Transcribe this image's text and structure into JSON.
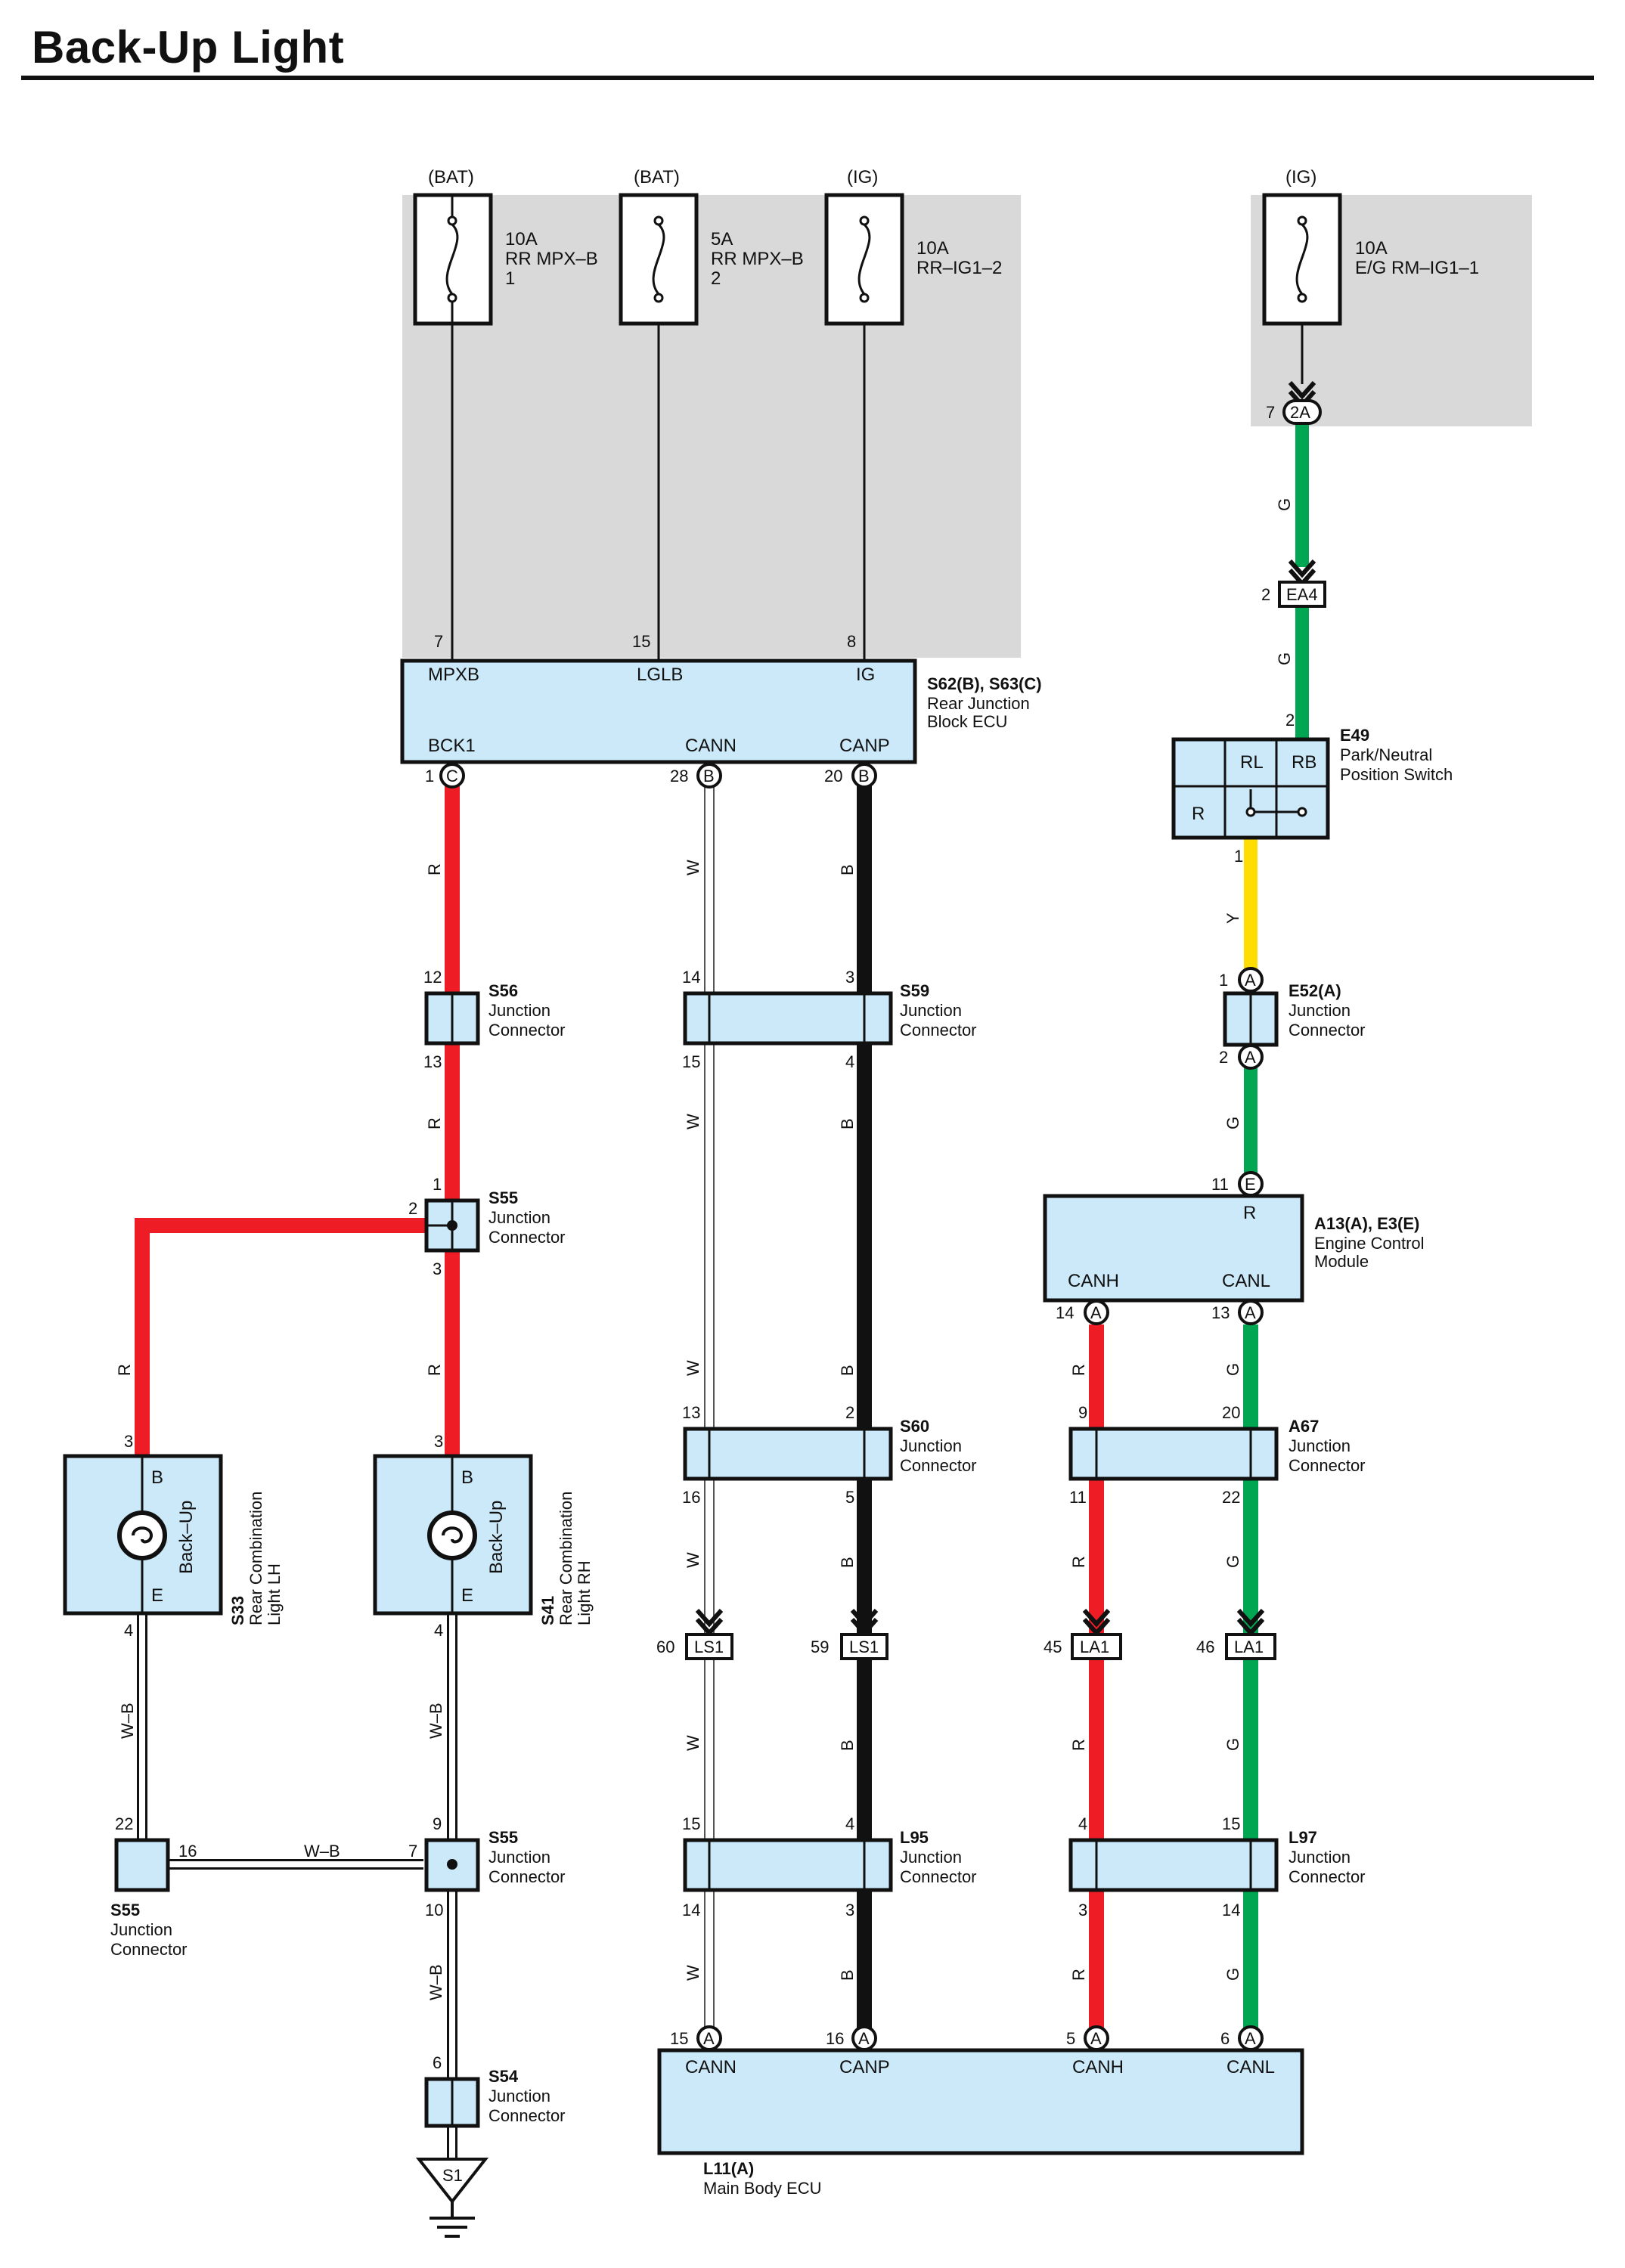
{
  "title": "Back-Up Light",
  "colors": {
    "red": "#ee1c25",
    "green": "#00a651",
    "yellow": "#ffdd00",
    "black": "#111111",
    "white": "#ffffff",
    "box_fill": "#cce9f9",
    "shade": "#d9d9d9"
  },
  "fuses": [
    {
      "source": "(BAT)",
      "rating": "10A",
      "name": "RR MPX–B",
      "num": "1"
    },
    {
      "source": "(BAT)",
      "rating": "5A",
      "name": "RR MPX–B",
      "num": "2"
    },
    {
      "source": "(IG)",
      "rating": "10A",
      "name": "RR–IG1–2",
      "num": ""
    },
    {
      "source": "(IG)",
      "rating": "10A",
      "name": "E/G RM–IG1–1",
      "num": ""
    }
  ],
  "ecu_s62": {
    "id": "S62(B), S63(C)",
    "line1": "Rear Junction",
    "line2": "Block ECU",
    "top_pins": [
      {
        "num": "7",
        "name": "MPXB"
      },
      {
        "num": "15",
        "name": "LGLB"
      },
      {
        "num": "8",
        "name": "IG"
      }
    ],
    "bottom_pins": [
      {
        "num": "1",
        "conn": "C",
        "name": "BCK1"
      },
      {
        "num": "28",
        "conn": "B",
        "name": "CANN"
      },
      {
        "num": "20",
        "conn": "B",
        "name": "CANP"
      }
    ]
  },
  "ig_connector": {
    "num": "7",
    "conn": "2A"
  },
  "ea4": {
    "num": "2",
    "name": "EA4"
  },
  "e49": {
    "id": "E49",
    "line1": "Park/Neutral",
    "line2": "Position Switch",
    "pin_top": "2",
    "pin_bottom": "1",
    "rl": "RL",
    "rb": "RB",
    "r": "R"
  },
  "e52": {
    "id": "E52(A)",
    "line1": "Junction",
    "line2": "Connector",
    "pin_top": "1",
    "pin_bottom": "2",
    "conn": "A"
  },
  "ecm": {
    "id": "A13(A), E3(E)",
    "line1": "Engine Control",
    "line2": "Module",
    "top_pin": {
      "num": "11",
      "conn": "E",
      "name": "R"
    },
    "bottom_pins": [
      {
        "num": "14",
        "conn": "A",
        "name": "CANH"
      },
      {
        "num": "13",
        "conn": "A",
        "name": "CANL"
      }
    ]
  },
  "junctions": {
    "s56": {
      "id": "S56",
      "line1": "Junction",
      "line2": "Connector",
      "pin_top": "12",
      "pin_bottom": "13"
    },
    "s59": {
      "id": "S59",
      "line1": "Junction",
      "line2": "Connector",
      "pin_tl": "14",
      "pin_tr": "3",
      "pin_bl": "15",
      "pin_br": "4"
    },
    "s55a": {
      "id": "S55",
      "line1": "Junction",
      "line2": "Connector",
      "pin_top": "1",
      "pin_left": "2",
      "pin_bottom": "3"
    },
    "s60": {
      "id": "S60",
      "line1": "Junction",
      "line2": "Connector",
      "pin_tl": "13",
      "pin_tr": "2",
      "pin_bl": "16",
      "pin_br": "5"
    },
    "a67": {
      "id": "A67",
      "line1": "Junction",
      "line2": "Connector",
      "pin_tl": "9",
      "pin_tr": "20",
      "pin_bl": "11",
      "pin_br": "22"
    },
    "s55b": {
      "id": "S55",
      "line1": "Junction",
      "line2": "Connector",
      "pin_top": "9",
      "pin_left": "7",
      "pin_bottom": "10"
    },
    "s55c": {
      "id": "S55",
      "line1": "Junction",
      "line2": "Connector",
      "pin_top": "22",
      "pin_right": "16"
    },
    "l95": {
      "id": "L95",
      "line1": "Junction",
      "line2": "Connector",
      "pin_tl": "15",
      "pin_tr": "4",
      "pin_bl": "14",
      "pin_br": "3"
    },
    "l97": {
      "id": "L97",
      "line1": "Junction",
      "line2": "Connector",
      "pin_tl": "4",
      "pin_tr": "15",
      "pin_bl": "3",
      "pin_br": "14"
    },
    "s54": {
      "id": "S54",
      "line1": "Junction",
      "line2": "Connector",
      "pin_top": "6"
    }
  },
  "lamps": [
    {
      "id": "S33",
      "line1": "Rear Combination",
      "line2": "Light LH",
      "func": "Back–Up",
      "b": "B",
      "e": "E",
      "pin_top": "3",
      "pin_bottom": "4"
    },
    {
      "id": "S41",
      "line1": "Rear Combination",
      "line2": "Light RH",
      "func": "Back–Up",
      "b": "B",
      "e": "E",
      "pin_top": "3",
      "pin_bottom": "4"
    }
  ],
  "inline_connectors": [
    {
      "num": "60",
      "name": "LS1"
    },
    {
      "num": "59",
      "name": "LS1"
    },
    {
      "num": "45",
      "name": "LA1"
    },
    {
      "num": "46",
      "name": "LA1"
    }
  ],
  "ground": {
    "name": "S1"
  },
  "main_ecu": {
    "id": "L11(A)",
    "line1": "Main Body ECU",
    "pins": [
      {
        "num": "15",
        "conn": "A",
        "name": "CANN"
      },
      {
        "num": "16",
        "conn": "A",
        "name": "CANP"
      },
      {
        "num": "5",
        "conn": "A",
        "name": "CANH"
      },
      {
        "num": "6",
        "conn": "A",
        "name": "CANL"
      }
    ]
  },
  "wire_colors": {
    "r": "R",
    "w": "W",
    "b": "B",
    "g": "G",
    "y": "Y",
    "wb": "W–B"
  }
}
